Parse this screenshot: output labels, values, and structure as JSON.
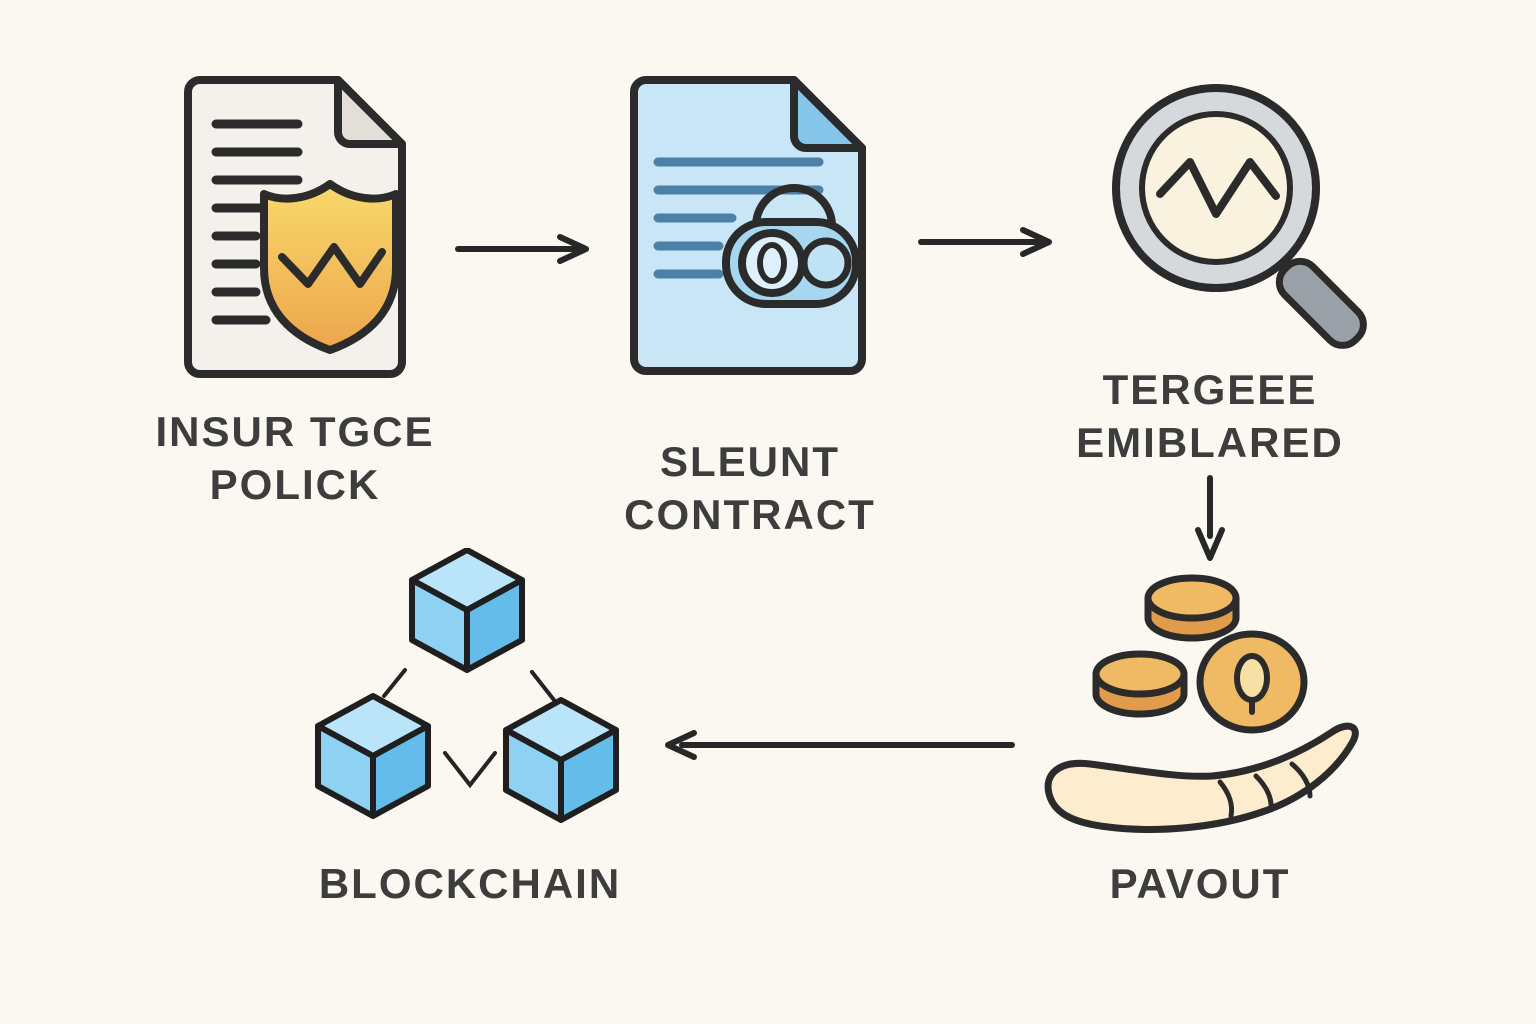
{
  "background": "#fbf8f1",
  "colors": {
    "outline": "#2b2b2b",
    "text": "#3d3d3d",
    "document_fill": "#f4f1ec",
    "document_fold": "#e3dfd8",
    "shield_top": "#f8d96b",
    "shield_bottom": "#eda54d",
    "contract_fill": "#c9e6f6",
    "contract_fold": "#85c5e9",
    "contract_lines": "#4c80a8",
    "lock_fill": "#a6d6f0",
    "magnifier_ring": "#d6d9dc",
    "magnifier_lens": "#f9f2df",
    "magnifier_handle": "#9aa0a7",
    "coin_top": "#f0ba64",
    "coin_side": "#e09c4b",
    "hand_fill": "#fdeccd",
    "cube_top": "#bae4f9",
    "cube_left": "#8ed1f2",
    "cube_right": "#63bce9"
  },
  "nodes": {
    "insurance_policy": {
      "line1": "INSUR TGCE",
      "line2": "POLICK"
    },
    "smart_contract": {
      "line1": "SLEUNT",
      "line2": "CONTRACT"
    },
    "trigger_event": {
      "line1": "TERGEEE",
      "line2": "EMIBLARED"
    },
    "payout": {
      "label": "PAVOUT"
    },
    "blockchain": {
      "label": "BLOCKCHAIN"
    }
  }
}
